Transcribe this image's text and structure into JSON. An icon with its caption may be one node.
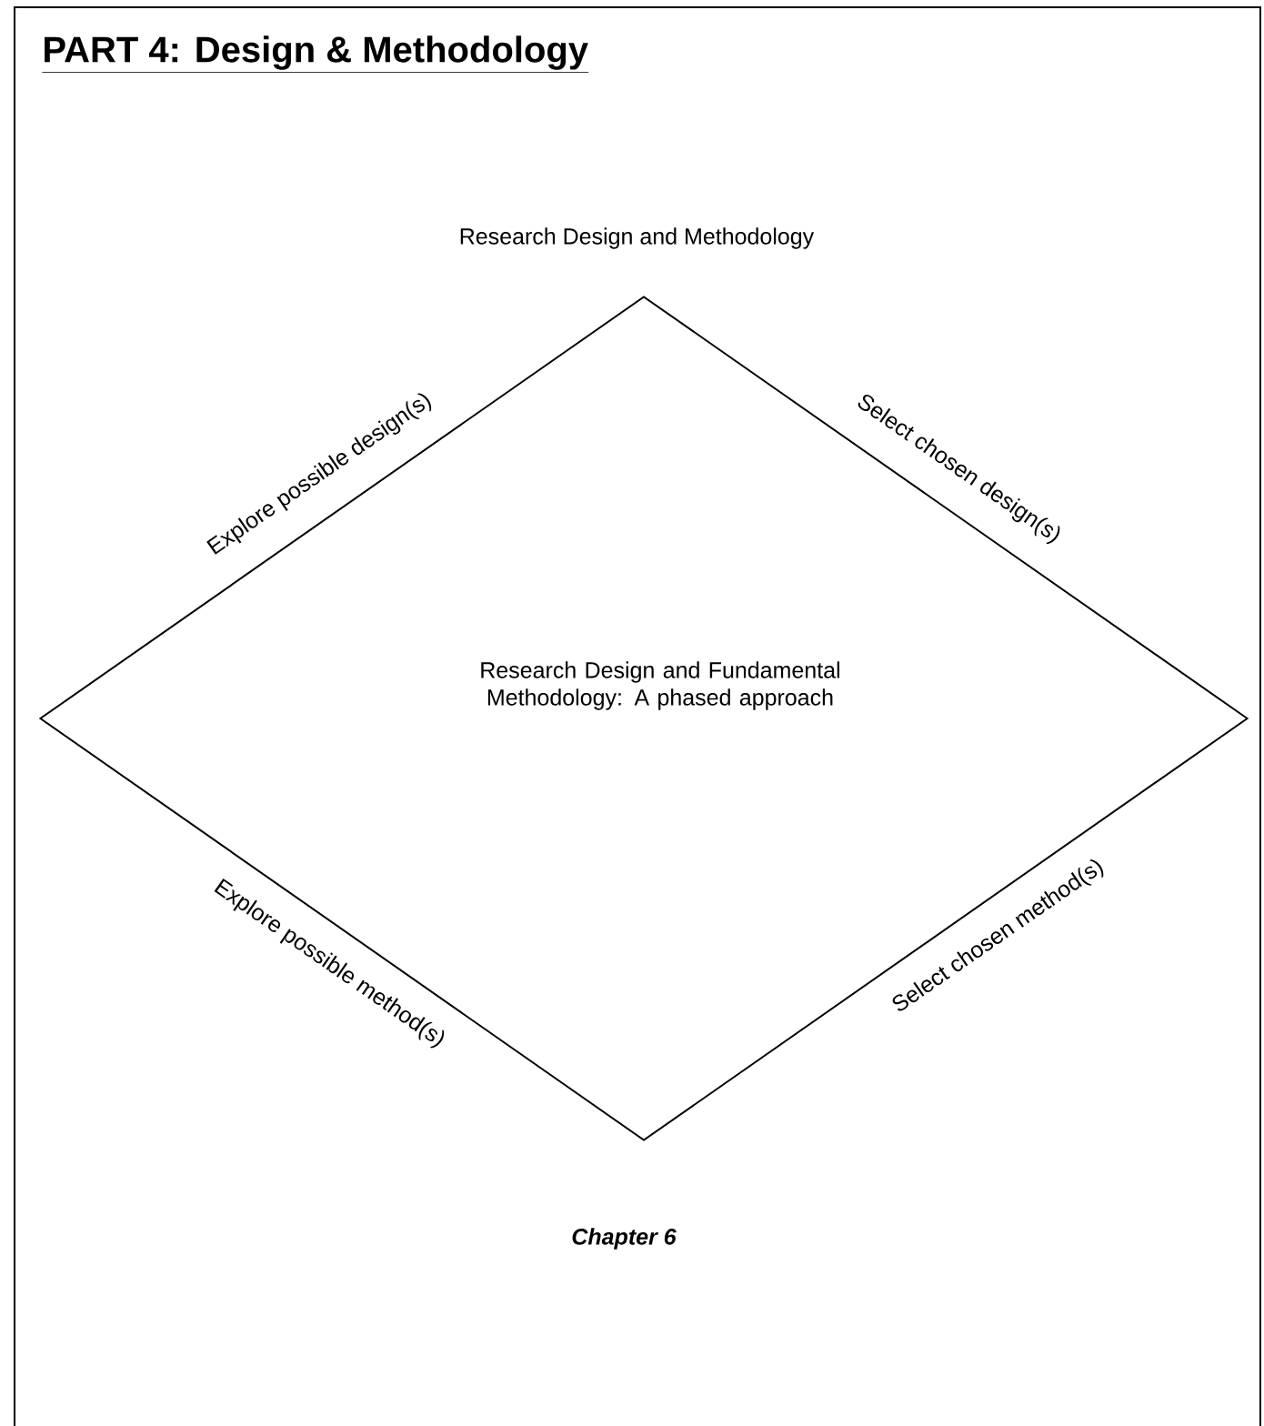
{
  "diagram": {
    "title": "PART 4: Design & Methodology",
    "nodes": [
      {
        "text": [
          "Research Design and Methodology",
          "Research Design and Fundamental Methodology: A phased approach"
        ]
      }
    ],
    "labels": [
      "Explore possible design(s)",
      "Select chosen design(s)",
      "Explore possible method(s)",
      "Select chosen method(s)",
      "Chapter 6"
    ]
  }
}
